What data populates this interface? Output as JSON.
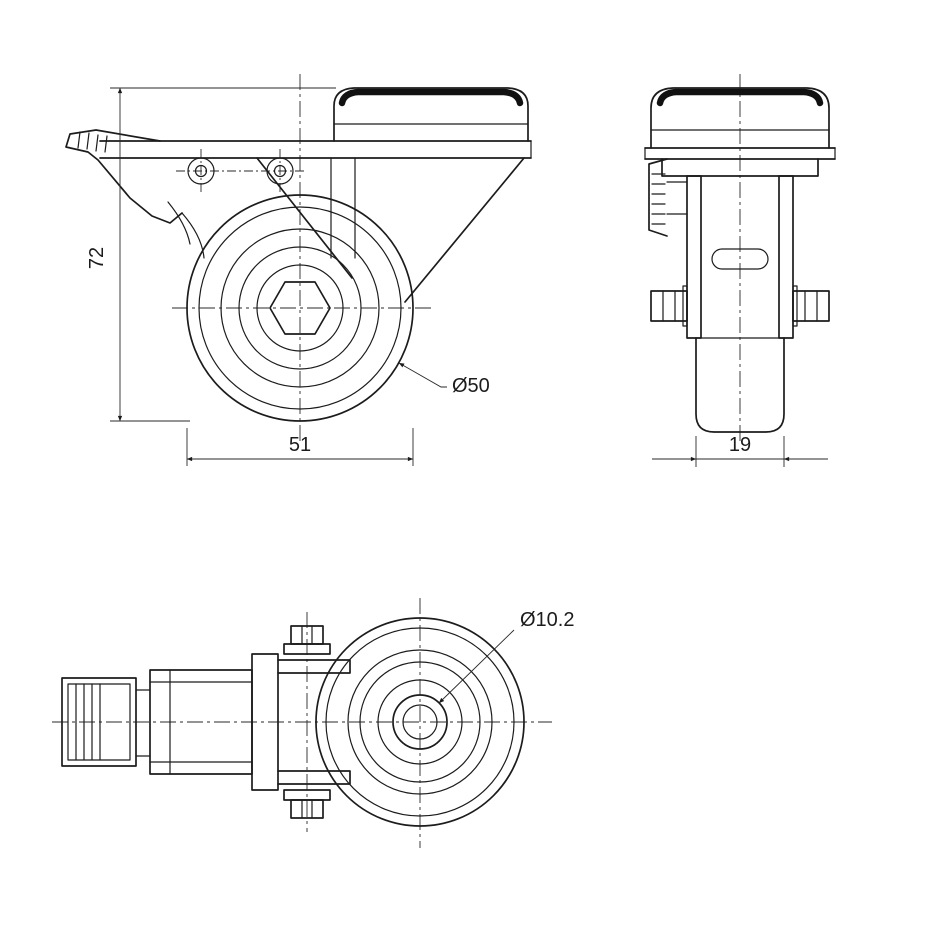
{
  "drawing": {
    "background": "#ffffff",
    "line_color": "#1c1c1c",
    "views": {
      "front": {
        "height": "72",
        "width": "51",
        "wheel_dia": "Ø50"
      },
      "side": {
        "width": "19"
      },
      "bottom": {
        "bore_dia": "Ø10.2"
      }
    }
  }
}
